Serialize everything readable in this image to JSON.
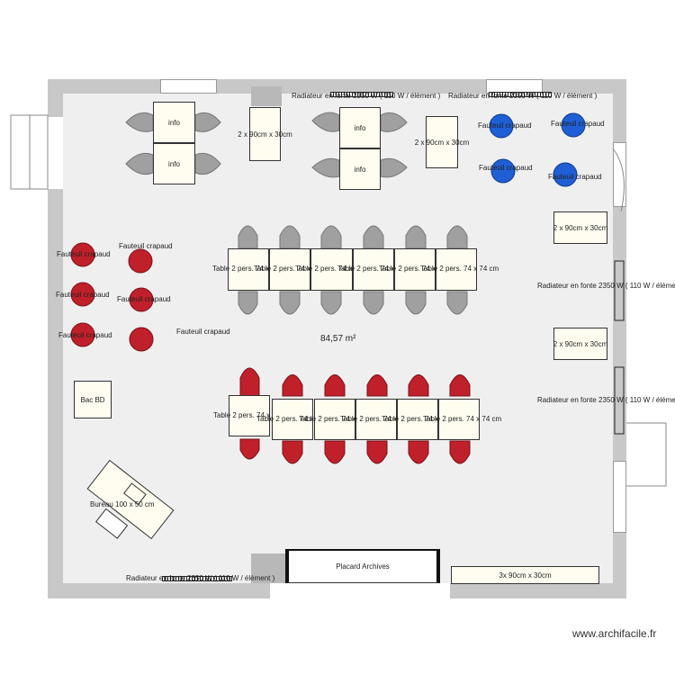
{
  "plan": {
    "area": "84,57 m²",
    "watermark": "www.archifacile.fr"
  },
  "labels": {
    "info": "info",
    "shelf_2x90": "2 x 90cm x 30cm",
    "shelf_3x90": "3x 90cm x 30cm",
    "table_2p": "Table 2 pers. 74 x 74 cm",
    "fauteuil": "Fauteuil crapaud",
    "radiator": "Radiateur en fonte 2350 W ( 110 W / élément )",
    "bac_bd": "Bac BD",
    "bureau": "Bureau 100 x 50 cm",
    "placard": "Placard Archives"
  },
  "colors": {
    "wall": "#c8c8c8",
    "floor": "#efefef",
    "furniture": "#fffdf0",
    "chair_grey": "#a0a0a0",
    "chair_red": "#c0202a",
    "chair_blue": "#1f5fd6"
  }
}
